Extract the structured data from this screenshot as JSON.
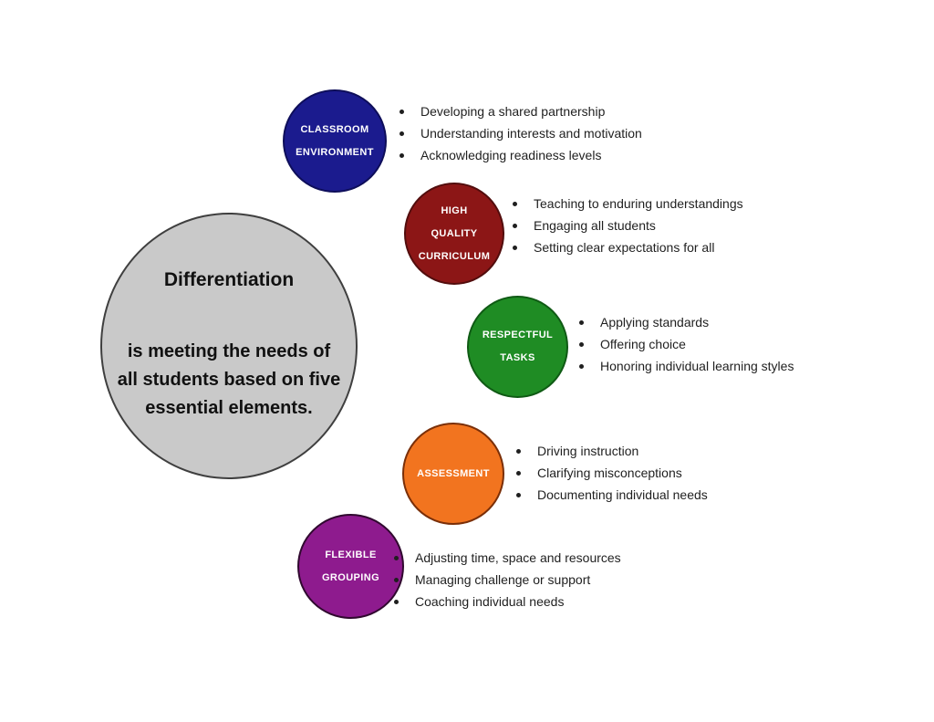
{
  "diagram": {
    "center": {
      "title": "Differentiation",
      "desc_line1": "is meeting the needs of",
      "desc_line2": "all students based on five",
      "desc_line3": "essential elements.",
      "fill": "#c9c9c9",
      "border": "#3f3f3f"
    },
    "elements": [
      {
        "name": "classroom-environment",
        "label1": "CLASSROOM",
        "label2": "ENVIRONMENT",
        "fill": "#1b1b8e",
        "border": "#0e0e5a",
        "bullets": [
          "Developing a shared partnership",
          "Understanding interests and motivation",
          "Acknowledging readiness levels"
        ]
      },
      {
        "name": "high-quality-curriculum",
        "label1": "HIGH",
        "label2": "QUALITY",
        "label3": "CURRICULUM",
        "fill": "#8c1616",
        "border": "#520d0d",
        "bullets": [
          "Teaching to enduring understandings",
          "Engaging all students",
          "Setting clear expectations for all"
        ]
      },
      {
        "name": "respectful-tasks",
        "label1": "RESPECTFUL",
        "label2": "TASKS",
        "fill": "#1f8c24",
        "border": "#0f5a14",
        "bullets": [
          "Applying standards",
          "Offering choice",
          "Honoring individual learning styles"
        ]
      },
      {
        "name": "assessment",
        "label1": "ASSESSMENT",
        "fill": "#f2741f",
        "border": "#7a2f08",
        "bullets": [
          "Driving instruction",
          "Clarifying misconceptions",
          "Documenting individual needs"
        ]
      },
      {
        "name": "flexible-grouping",
        "label1": "FLEXIBLE",
        "label2": "GROUPING",
        "fill": "#8e1b8e",
        "border": "#30092f",
        "bullets": [
          "Adjusting time, space and resources",
          "Managing challenge or support",
          "Coaching individual needs"
        ]
      }
    ]
  }
}
